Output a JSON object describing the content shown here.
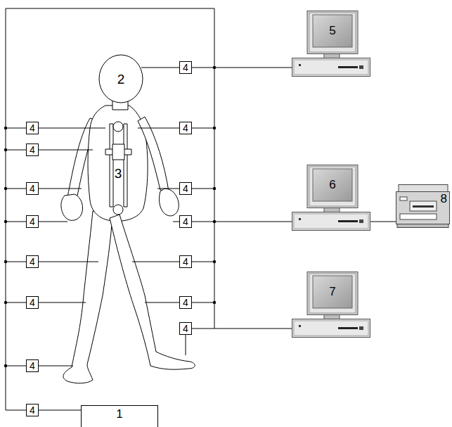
{
  "diagram": {
    "nodes": [
      {
        "text": [
          "5"
        ]
      },
      {
        "text": [
          "4"
        ]
      },
      {
        "text": [
          "4"
        ]
      },
      {
        "text": [
          "4"
        ]
      },
      {
        "text": [
          "4"
        ]
      },
      {
        "text": [
          "4"
        ]
      },
      {
        "text": [
          "4"
        ]
      },
      {
        "text": [
          "6"
        ]
      },
      {
        "text": [
          "8"
        ]
      },
      {
        "text": [
          "4"
        ]
      },
      {
        "text": [
          "4"
        ]
      },
      {
        "text": [
          "4"
        ]
      },
      {
        "text": [
          "4"
        ]
      },
      {
        "text": [
          "7"
        ]
      },
      {
        "text": [
          "4"
        ]
      },
      {
        "text": [
          "4"
        ]
      },
      {
        "text": [
          "4"
        ]
      },
      {
        "text": [
          "4"
        ]
      },
      {
        "text": [
          "4"
        ]
      },
      {
        "text": [
          "1"
        ]
      }
    ],
    "edges": [
      {
        "from": 18,
        "to": 19,
        "arrow": "none"
      },
      {
        "from": 7,
        "to": 8,
        "arrow": "none"
      }
    ],
    "labels": [
      "2",
      "3"
    ]
  }
}
